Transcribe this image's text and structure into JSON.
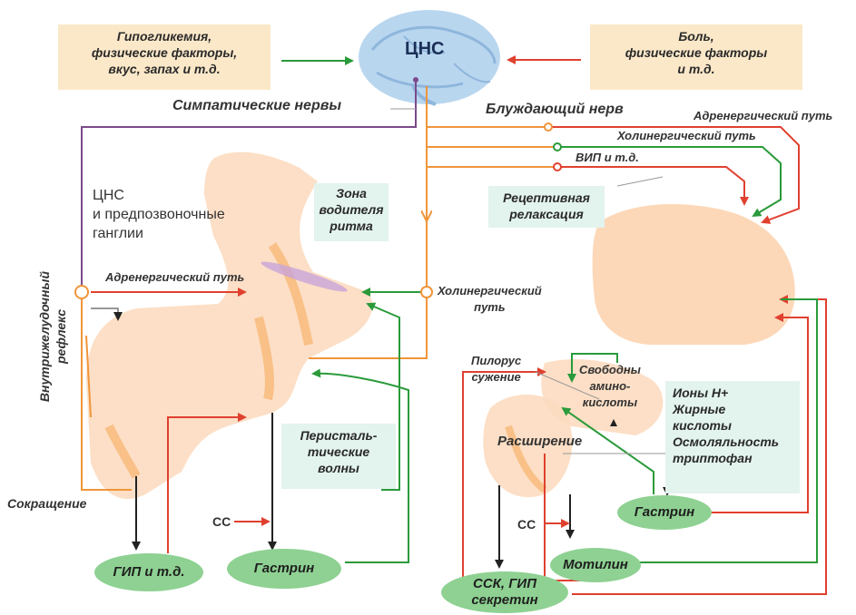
{
  "cns_label": "ЦНС",
  "left_stimuli": "Гипогликемия,\nфизические факторы,\nвкус, запах и т.д.",
  "right_stimuli": "Боль,\nфизические факторы\nи т.д.",
  "sympathetic_nerves": "Симпатические нервы",
  "vagus_nerve": "Блуждающий нерв",
  "adrenergic_path_right": "Адренергический путь",
  "cholinergic_path_right": "Холинергический путь",
  "vip_etc": "ВИП и т.д.",
  "receptive_relaxation": "Рецептивная\nрелаксация",
  "cns_ganglia": "ЦНС\nи предпозвоночные\nганглии",
  "pacemaker_zone": "Зона\nводителя\nритма",
  "adrenergic_path_left": "Адренергический путь",
  "cholinergic_path_center": "Холинергический\nпуть",
  "intragastric_reflex": "Внутрижелудочный\nрефлекс",
  "peristaltic_waves": "Перисталь-\nтические\nволны",
  "contraction": "Сокращение",
  "cc_left": "СС",
  "gip_etc": "ГИП и т.д.",
  "gastrin_left": "Гастрин",
  "pylorus_narrowing": "Пилорус\nсужение",
  "free_amino_acids": "Свободны\nамино-\nкислоты",
  "ions_box": "Ионы Н+\nЖирные\nкислоты\nОсмоляльность\nтриптофан",
  "expansion": "Расширение",
  "gastrin_right": "Гастрин",
  "cc_right": "СС",
  "motilin": "Мотилин",
  "cck_gip_secretin": "ССК, ГИП\nсекретин",
  "colors": {
    "green_arrow": "#2a9a3a",
    "red_arrow": "#e0402f",
    "purple_path": "#7a4a8a",
    "orange_path": "#f0953a",
    "stomach_fill": "#fcdcc0",
    "oval_fill": "#8ed192"
  }
}
